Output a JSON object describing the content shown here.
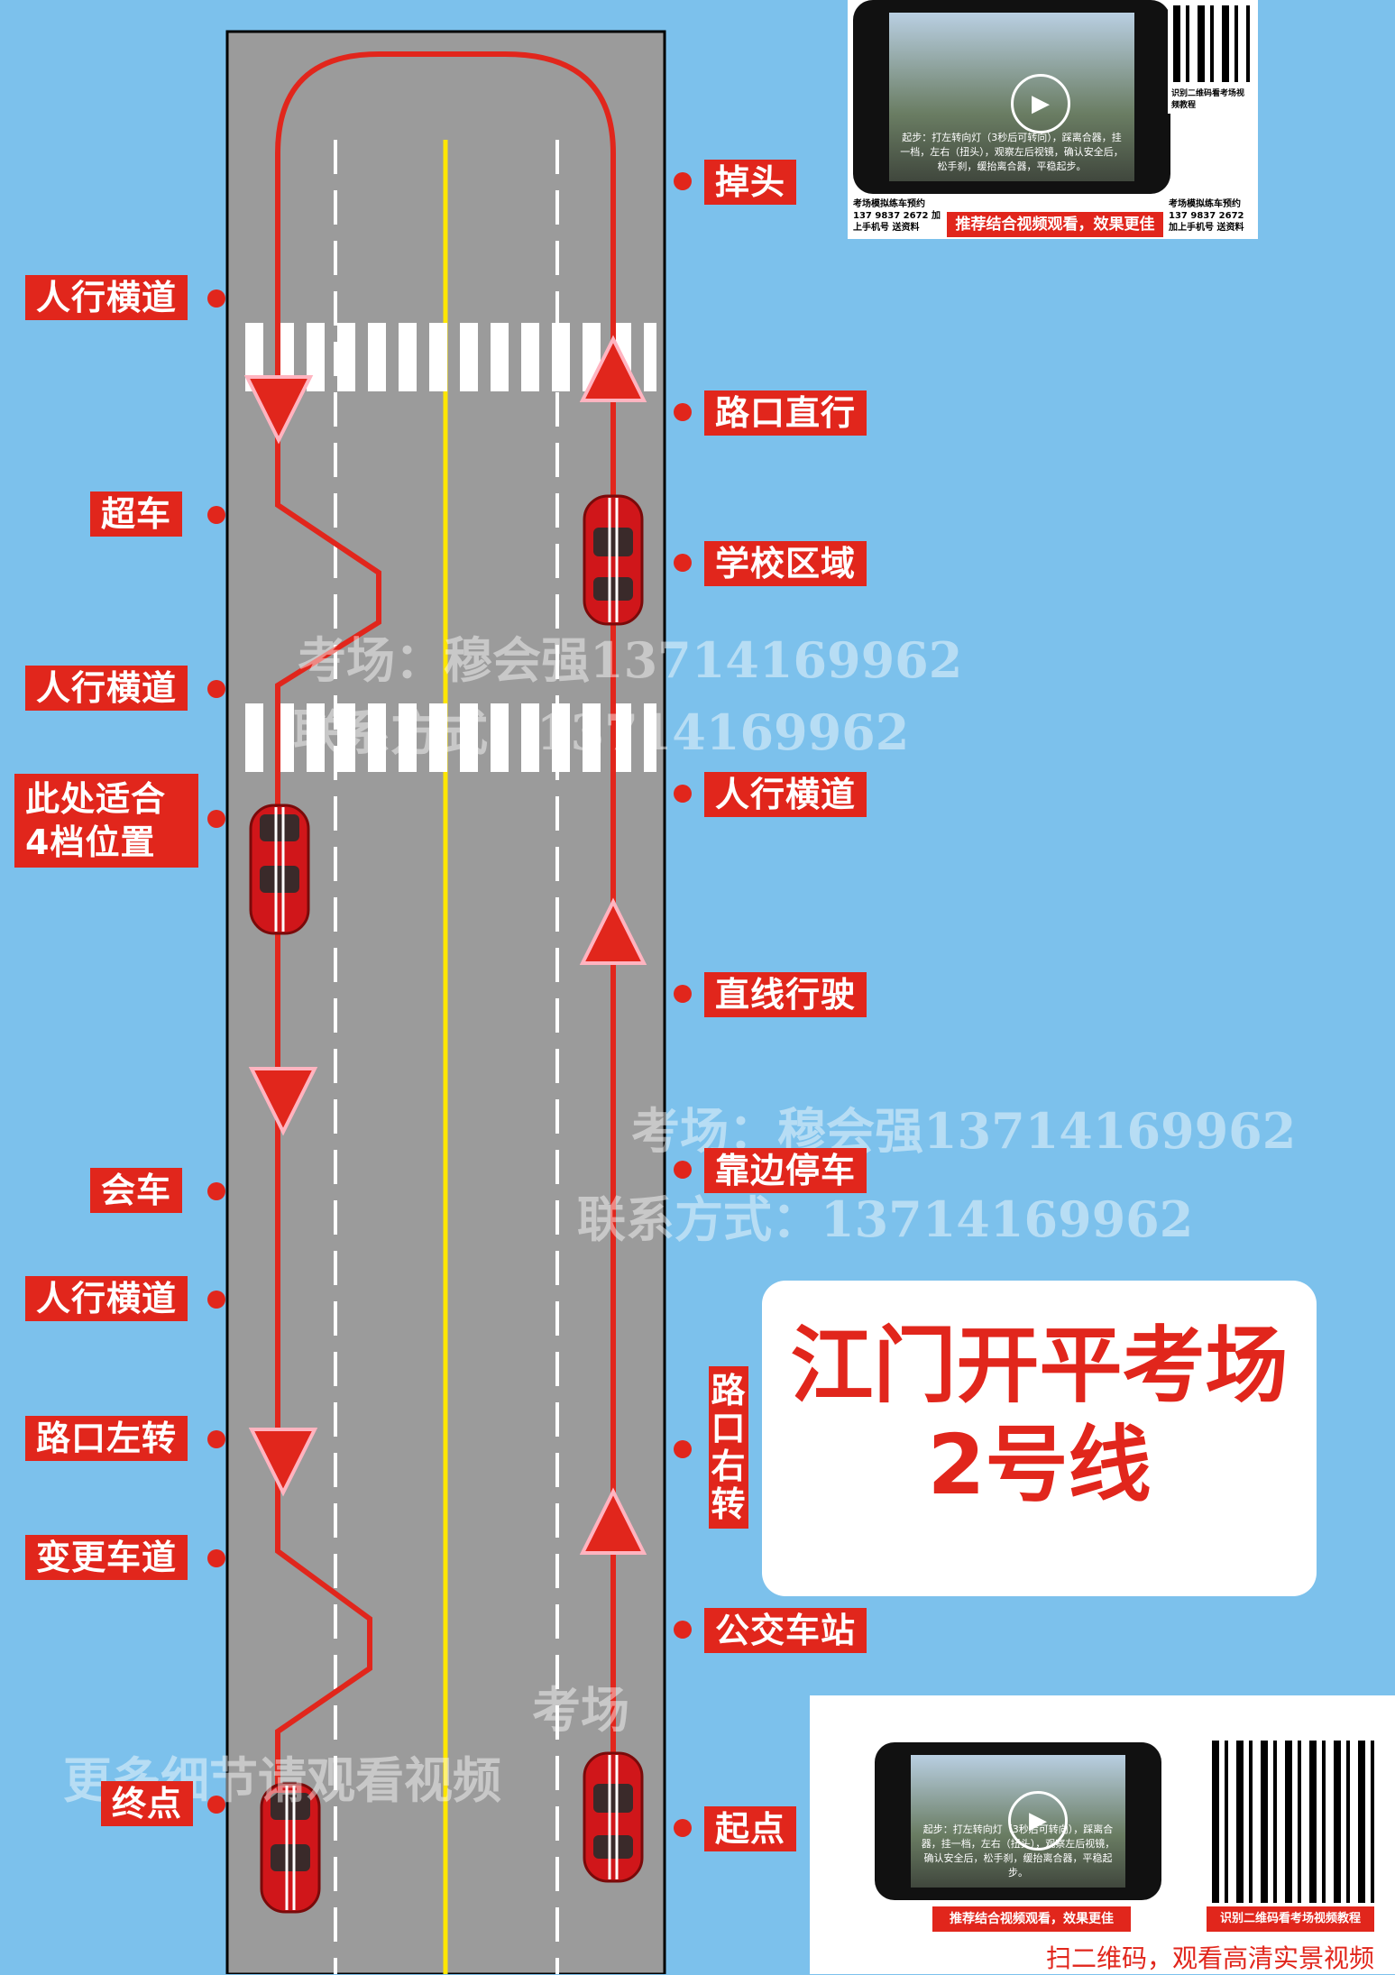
{
  "title": {
    "line1": "江门开平考场",
    "line2": "2号线"
  },
  "labels": {
    "diaotou": "掉头",
    "renxing1": "人行横道",
    "lukou_zhixing": "路口直行",
    "chaoche": "超车",
    "xuexiao": "学校区域",
    "renxing2": "人行横道",
    "renxing_r": "人行横道",
    "dang4": "此处适合4档位置",
    "zhixian": "直线行驶",
    "kaobian": "靠边停车",
    "huiche": "会车",
    "renxing3": "人行横道",
    "lukou_zuozhuan": "路口左转",
    "lukou_youzhuan": "路口右转",
    "biangeng": "变更车道",
    "gongjiao": "公交车站",
    "zhongdian": "终点",
    "qidian": "起点"
  },
  "watermarks": {
    "w1": "考场：穆会强13714169962",
    "w2": "联系方式：13714169962",
    "w3": "考场：穆会强13714169962",
    "w4": "联系方式：13714169962",
    "w5": "考场",
    "w6": "更多细节请观看视频"
  },
  "promo_top": {
    "caption": "起步：打左转向灯（3秒后可转向），踩离合器，挂一档，左右（扭头），观察左后视镜，确认安全后，松手刹，缓抬离合器，平稳起步。",
    "left_box": "考场模拟练车预约 137 9837 2672 加上手机号 送资料",
    "right_box": "考场模拟练车预约 137 9837 2672 加上手机号 送资料",
    "bar": "推荐结合视频观看，效果更佳",
    "qr_caption": "识别二维码看考场视频教程"
  },
  "promo_bottom": {
    "caption": "起步：打左转向灯（3秒后可转向），踩离合器，挂一档，左右（扭头），观察左后视镜，确认安全后，松手刹，缓抬离合器，平稳起步。",
    "bar": "推荐结合视频观看，效果更佳",
    "qr_caption": "识别二维码看考场视频教程",
    "footer": "扫二维码，观看高清实景视频"
  },
  "colors": {
    "route": "#e1261c",
    "road": "#9b9b9b",
    "center_line": "#ffe600",
    "sky": "#7cc1ec"
  }
}
